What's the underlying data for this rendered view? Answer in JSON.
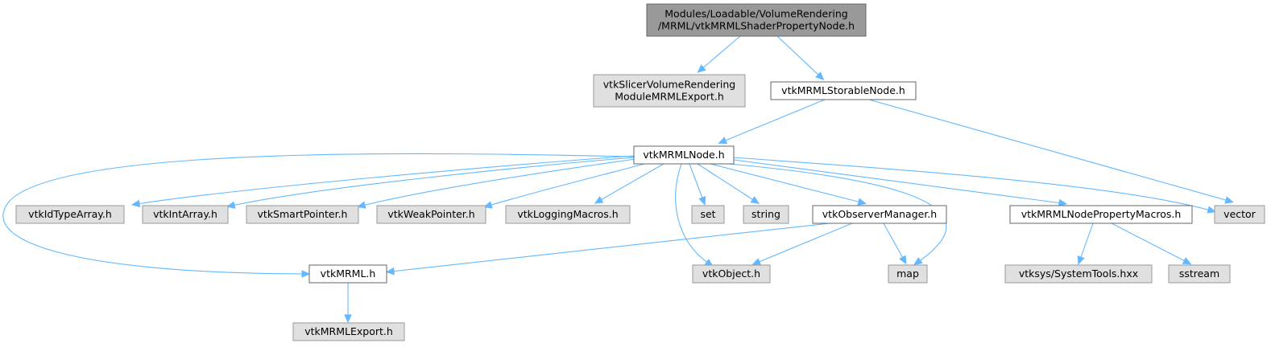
{
  "colors": {
    "edge": "#63b8ff",
    "root_fill": "#999999",
    "root_border": "#666666",
    "documented_fill": "#ffffff",
    "documented_border": "#666666",
    "external_fill": "#e0e0e0",
    "external_border": "#999999"
  },
  "nodes": [
    {
      "id": "root",
      "lines": [
        "Modules/Loadable/VolumeRendering",
        "/MRML/vtkMRMLShaderPropertyNode.h"
      ],
      "kind": "root"
    },
    {
      "id": "export",
      "lines": [
        "vtkSlicerVolumeRendering",
        "ModuleMRMLExport.h"
      ],
      "kind": "external"
    },
    {
      "id": "storable",
      "lines": [
        "vtkMRMLStorableNode.h"
      ],
      "kind": "documented"
    },
    {
      "id": "node",
      "lines": [
        "vtkMRMLNode.h"
      ],
      "kind": "documented"
    },
    {
      "id": "idtype",
      "lines": [
        "vtkIdTypeArray.h"
      ],
      "kind": "external"
    },
    {
      "id": "intarray",
      "lines": [
        "vtkIntArray.h"
      ],
      "kind": "external"
    },
    {
      "id": "smartptr",
      "lines": [
        "vtkSmartPointer.h"
      ],
      "kind": "external"
    },
    {
      "id": "weakptr",
      "lines": [
        "vtkWeakPointer.h"
      ],
      "kind": "external"
    },
    {
      "id": "logging",
      "lines": [
        "vtkLoggingMacros.h"
      ],
      "kind": "external"
    },
    {
      "id": "set",
      "lines": [
        "set"
      ],
      "kind": "external"
    },
    {
      "id": "string",
      "lines": [
        "string"
      ],
      "kind": "external"
    },
    {
      "id": "observer",
      "lines": [
        "vtkObserverManager.h"
      ],
      "kind": "documented"
    },
    {
      "id": "propmacros",
      "lines": [
        "vtkMRMLNodePropertyMacros.h"
      ],
      "kind": "documented"
    },
    {
      "id": "vector",
      "lines": [
        "vector"
      ],
      "kind": "external"
    },
    {
      "id": "mrml",
      "lines": [
        "vtkMRML.h"
      ],
      "kind": "documented"
    },
    {
      "id": "object",
      "lines": [
        "vtkObject.h"
      ],
      "kind": "external"
    },
    {
      "id": "map",
      "lines": [
        "map"
      ],
      "kind": "external"
    },
    {
      "id": "systools",
      "lines": [
        "vtksys/SystemTools.hxx"
      ],
      "kind": "external"
    },
    {
      "id": "sstream",
      "lines": [
        "sstream"
      ],
      "kind": "external"
    },
    {
      "id": "mrmlexport",
      "lines": [
        "vtkMRMLExport.h"
      ],
      "kind": "external"
    }
  ],
  "edges": [
    {
      "from": "root",
      "to": "export"
    },
    {
      "from": "root",
      "to": "storable"
    },
    {
      "from": "storable",
      "to": "node"
    },
    {
      "from": "storable",
      "to": "vector"
    },
    {
      "from": "node",
      "to": "idtype"
    },
    {
      "from": "node",
      "to": "intarray"
    },
    {
      "from": "node",
      "to": "smartptr"
    },
    {
      "from": "node",
      "to": "weakptr"
    },
    {
      "from": "node",
      "to": "logging"
    },
    {
      "from": "node",
      "to": "set"
    },
    {
      "from": "node",
      "to": "string"
    },
    {
      "from": "node",
      "to": "observer"
    },
    {
      "from": "node",
      "to": "propmacros"
    },
    {
      "from": "node",
      "to": "vector"
    },
    {
      "from": "node",
      "to": "mrml"
    },
    {
      "from": "node",
      "to": "object"
    },
    {
      "from": "node",
      "to": "map"
    },
    {
      "from": "observer",
      "to": "mrml"
    },
    {
      "from": "observer",
      "to": "object"
    },
    {
      "from": "observer",
      "to": "map"
    },
    {
      "from": "propmacros",
      "to": "systools"
    },
    {
      "from": "propmacros",
      "to": "sstream"
    },
    {
      "from": "mrml",
      "to": "mrmlexport"
    }
  ]
}
